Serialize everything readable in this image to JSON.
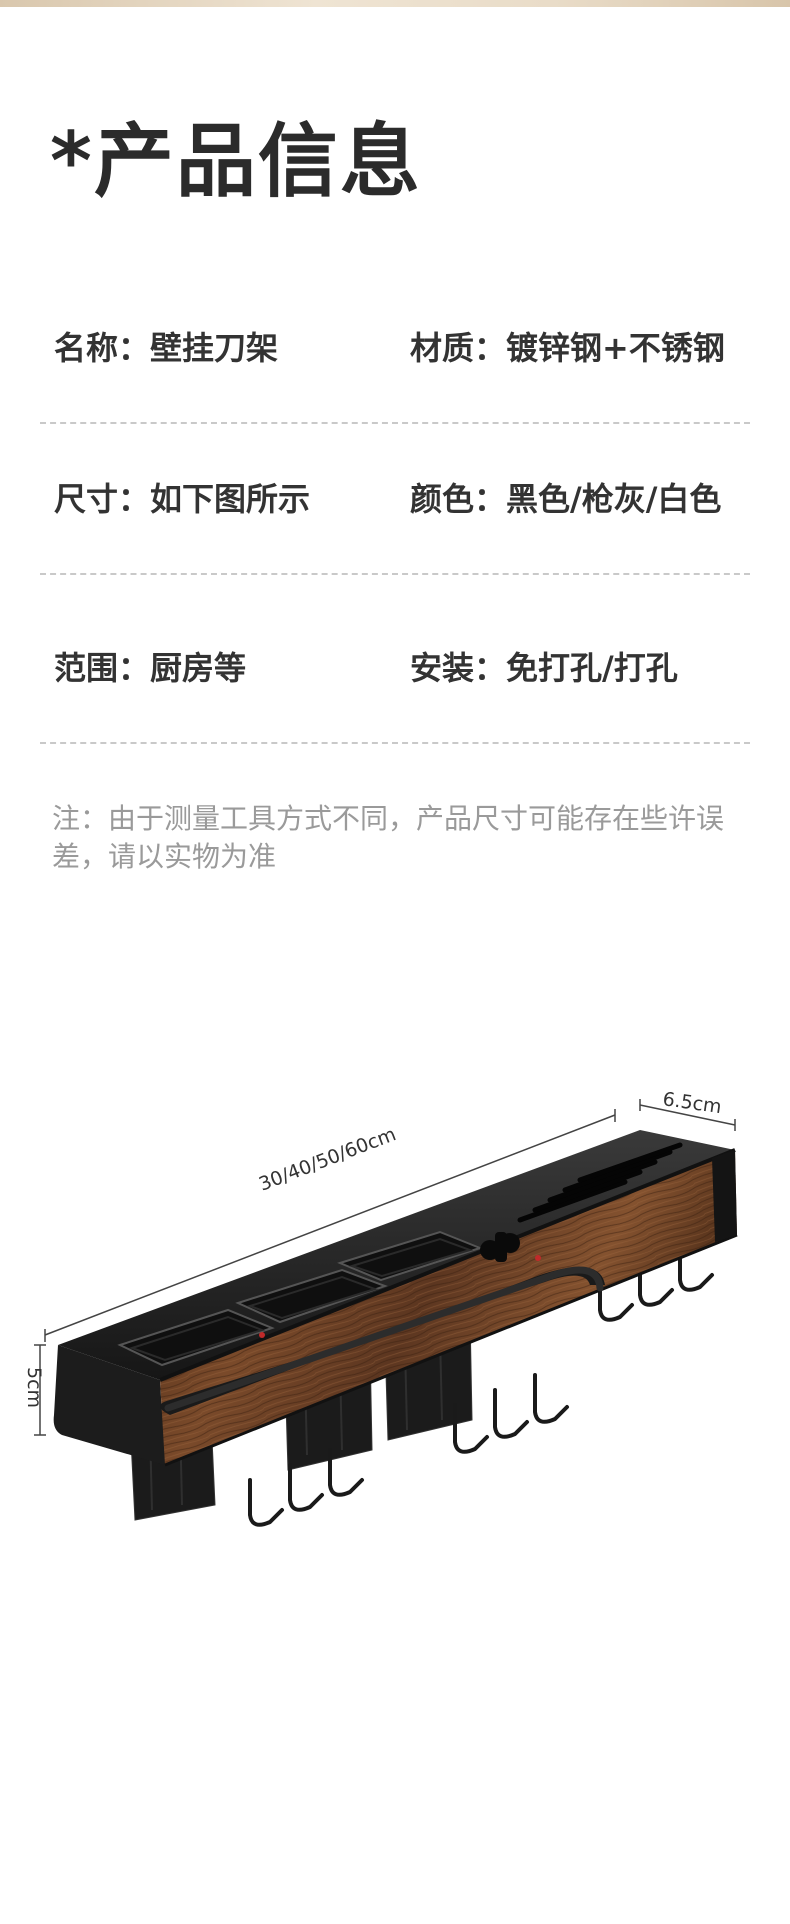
{
  "title": "*产品信息",
  "specs": {
    "name": "名称：壁挂刀架",
    "material": "材质：镀锌钢+不锈钢",
    "size": "尺寸：如下图所示",
    "color": "颜色：黑色/枪灰/白色",
    "scope": "范围：厨房等",
    "install": "安装：免打孔/打孔"
  },
  "note": "注：由于测量工具方式不同，产品尺寸可能存在些许误差，请以实物为准",
  "dimensions": {
    "length": "30/40/50/60cm",
    "depth": "6.5cm",
    "height": "5cm"
  },
  "colors": {
    "wood": "#6b4226",
    "metal": "#1e1e1e",
    "divider": "#c9c9c9"
  }
}
